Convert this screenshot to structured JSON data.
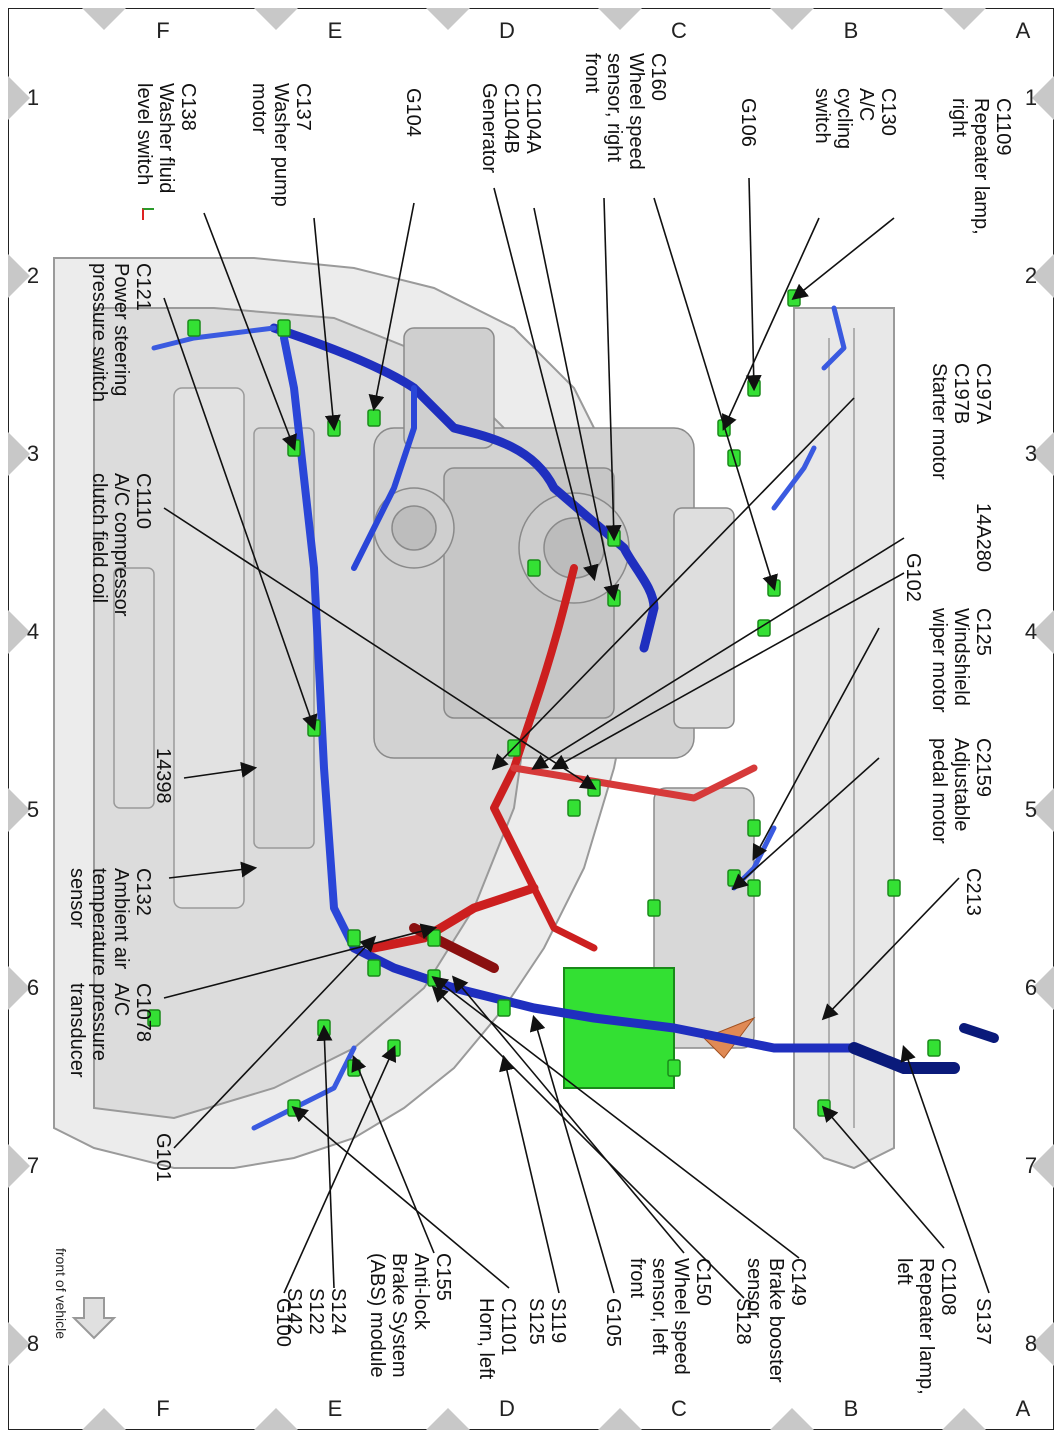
{
  "grid": {
    "cols": [
      "1",
      "2",
      "3",
      "4",
      "5",
      "6",
      "7",
      "8"
    ],
    "rows": [
      "A",
      "B",
      "C",
      "D",
      "E",
      "F"
    ]
  },
  "callouts_top": [
    {
      "id": "C1109",
      "text": "C1109\nRepeater lamp,\nright"
    },
    {
      "id": "C130",
      "text": "C130\nA/C\ncycling\nswitch"
    },
    {
      "id": "G106",
      "text": "G106"
    },
    {
      "id": "C160",
      "text": "C160\nWheel speed\nsensor, right\nfront"
    },
    {
      "id": "C1104",
      "text": "C1104A\nC1104B\nGenerator"
    },
    {
      "id": "G104",
      "text": "G104"
    },
    {
      "id": "C137",
      "text": "C137\nWasher pump\nmotor"
    },
    {
      "id": "C138",
      "text": "C138\nWasher fluid\nlevel switch"
    }
  ],
  "callouts_left": [
    {
      "id": "C121",
      "text": "C121\nPower steering\npressure switch"
    },
    {
      "id": "C1110",
      "text": "C1110\nA/C compressor\nclutch field coil"
    },
    {
      "id": "14398",
      "text": "14398"
    },
    {
      "id": "C132",
      "text": "C132\nAmbient air\ntemperature\nsensor"
    },
    {
      "id": "C1078",
      "text": "C1078\nA/C\npressure\ntransducer"
    },
    {
      "id": "G101",
      "text": "G101"
    }
  ],
  "callouts_right": [
    {
      "id": "C197",
      "text": "C197A\nC197B\nStarter motor"
    },
    {
      "id": "14A280",
      "text": "14A280"
    },
    {
      "id": "G102",
      "text": "G102"
    },
    {
      "id": "C125",
      "text": "C125\nWindshield\nwiper motor"
    },
    {
      "id": "C2159",
      "text": "C2159\nAdjustable\npedal motor"
    },
    {
      "id": "C213",
      "text": "C213"
    }
  ],
  "callouts_bottom": [
    {
      "id": "S137",
      "text": "S137"
    },
    {
      "id": "C1108",
      "text": "C1108\nRepeater lamp,\nleft"
    },
    {
      "id": "C149",
      "text": "C149\nBrake booster\nsensor"
    },
    {
      "id": "S128",
      "text": "S128"
    },
    {
      "id": "C150",
      "text": "C150\nWheel speed\nsensor, left\nfront"
    },
    {
      "id": "G105",
      "text": "G105"
    },
    {
      "id": "S119",
      "text": "S119\nS125"
    },
    {
      "id": "C1101",
      "text": "C1101\nHorn, left"
    },
    {
      "id": "C155",
      "text": "C155\nAnti-lock\nBrake System\n(ABS) module"
    },
    {
      "id": "S124",
      "text": "S124\nS122\nS142"
    },
    {
      "id": "G100",
      "text": "G100"
    }
  ],
  "front_of_vehicle": "front of vehicle",
  "colors": {
    "harness_blue": "#1f2fbf",
    "harness_dark": "#0a1a7a",
    "harness_red": "#cc1f1f",
    "connector_green": "#34e034",
    "body_gray": "#d9d9d9",
    "diamond_gray": "#c8c8c8"
  }
}
